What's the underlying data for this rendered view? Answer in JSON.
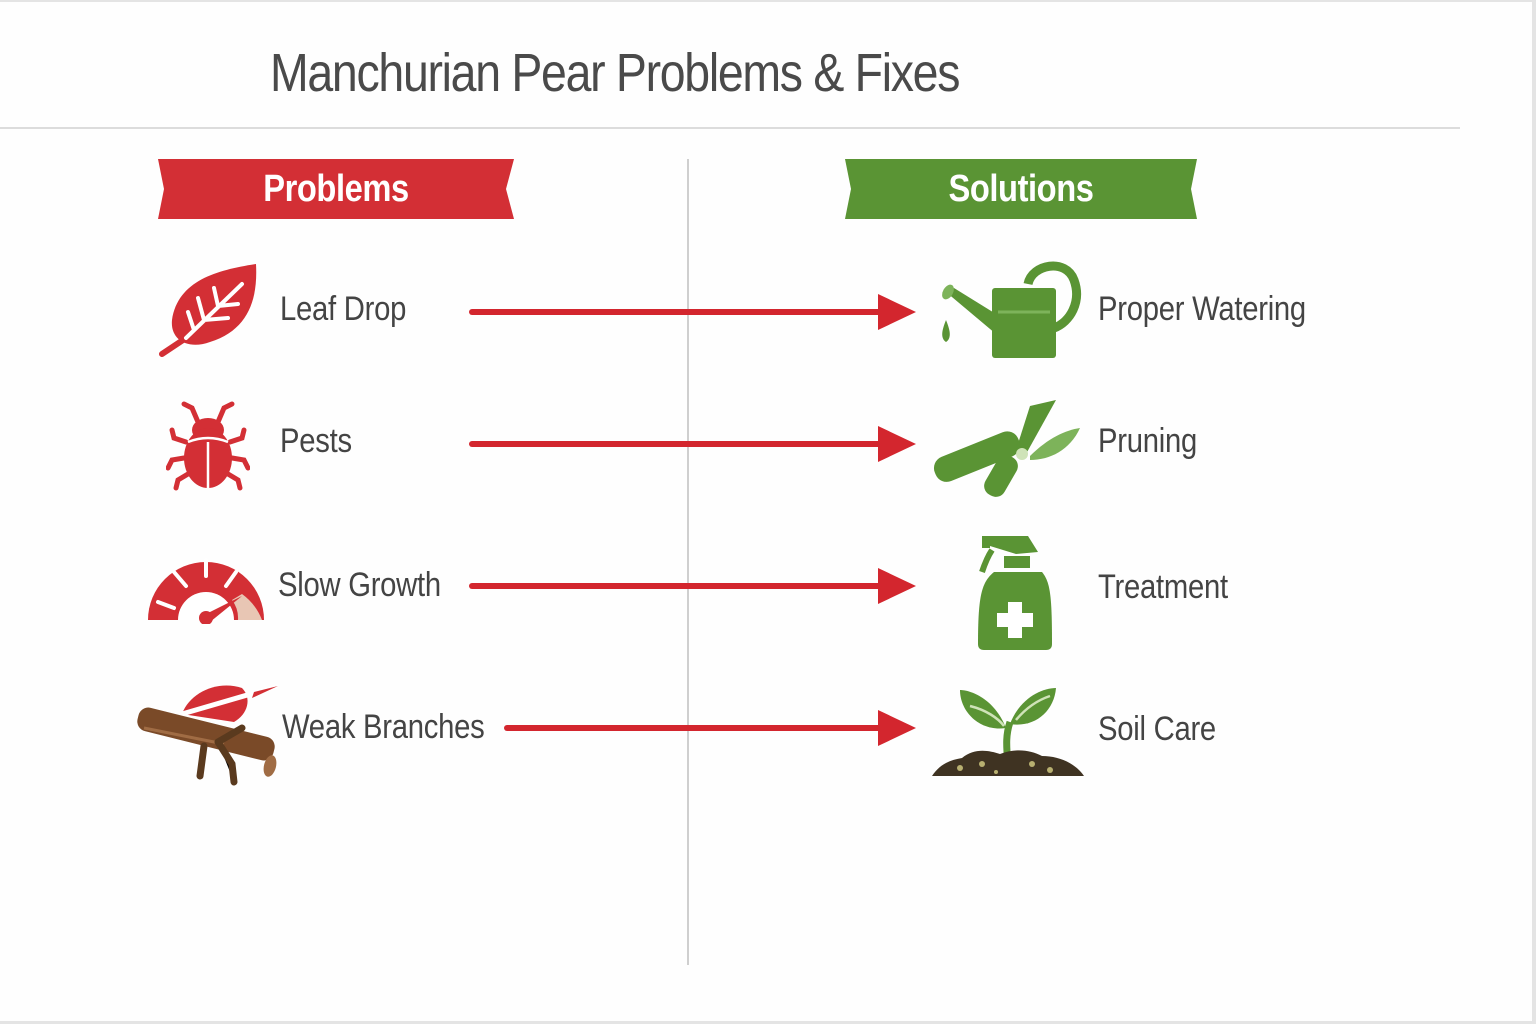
{
  "title": "Manchurian Pear Problems & Fixes",
  "columns": {
    "problems": {
      "label": "Problems",
      "color": "#d32f35"
    },
    "solutions": {
      "label": "Solutions",
      "color": "#5a9434"
    }
  },
  "colors": {
    "arrow": "#d3262e",
    "problem_icon": "#d32f35",
    "solution_icon": "#5a9434",
    "text": "#444444",
    "divider": "#cfcfcf",
    "branch": "#6b4226"
  },
  "rows": [
    {
      "problem": {
        "label": "Leaf Drop",
        "icon": "leaf-icon"
      },
      "solution": {
        "label": "Proper Watering",
        "icon": "watering-can-icon"
      }
    },
    {
      "problem": {
        "label": "Pests",
        "icon": "bug-icon"
      },
      "solution": {
        "label": "Pruning",
        "icon": "pruning-shears-icon"
      }
    },
    {
      "problem": {
        "label": "Slow Growth",
        "icon": "speedometer-icon"
      },
      "solution": {
        "label": "Treatment",
        "icon": "spray-bottle-icon"
      }
    },
    {
      "problem": {
        "label": "Weak Branches",
        "icon": "broken-branch-icon"
      },
      "solution": {
        "label": "Soil Care",
        "icon": "seedling-icon"
      }
    }
  ]
}
